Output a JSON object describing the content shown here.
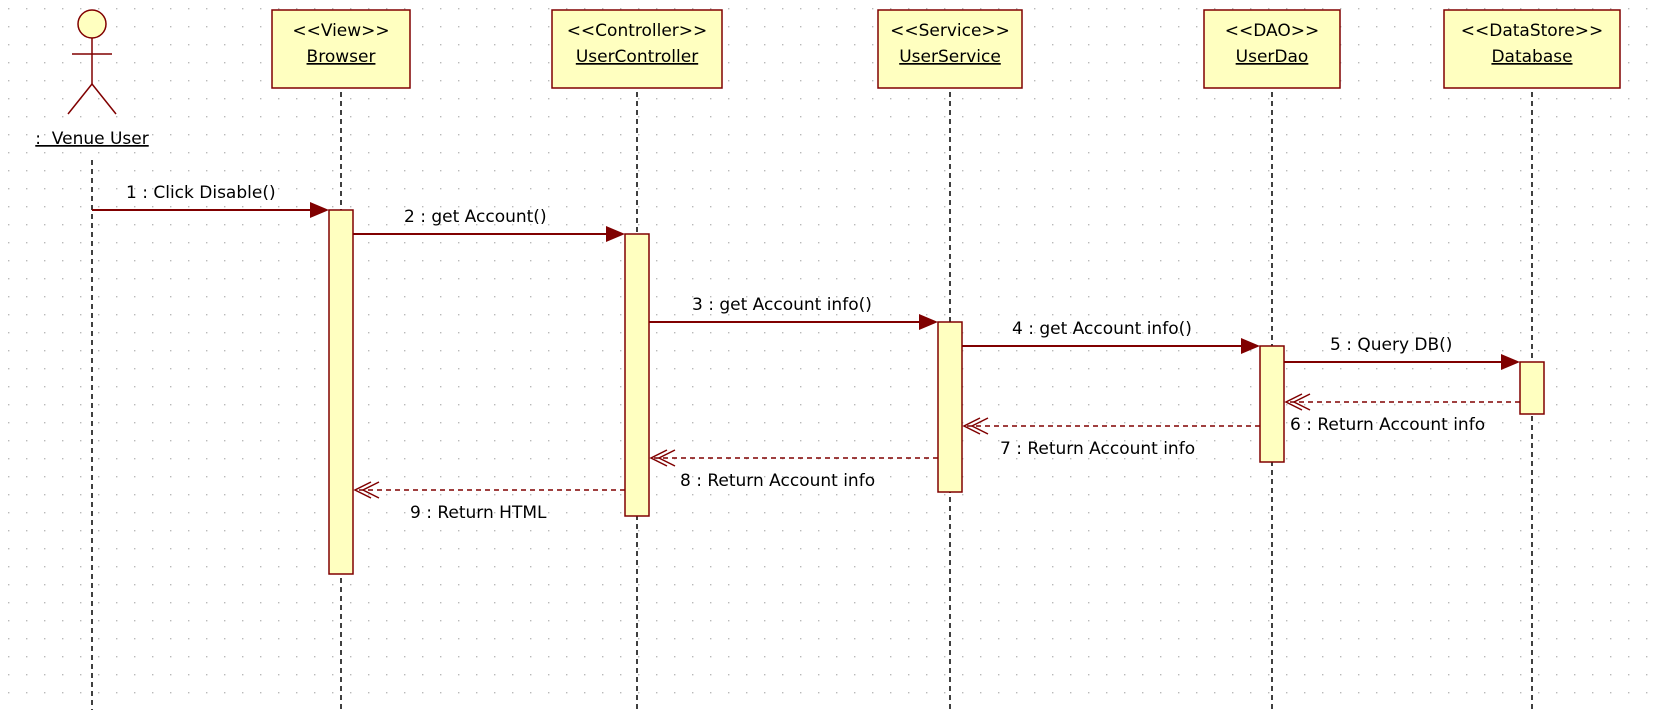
{
  "diagram": {
    "colors": {
      "background": "#ffffff",
      "grid_dot": "#b9b9b9",
      "box_fill": "#ffffc0",
      "box_border": "#800000",
      "activation_fill": "#ffffc0",
      "activation_border": "#800000",
      "message": "#800000",
      "lifeline": "#000000",
      "text": "#000000"
    },
    "actor": {
      "icon": "stick-figure-icon",
      "label": ":  Venue User"
    },
    "objects": [
      {
        "id": "browser",
        "stereotype": "<<View>>",
        "name": "Browser"
      },
      {
        "id": "user-controller",
        "stereotype": "<<Controller>>",
        "name": "UserController"
      },
      {
        "id": "user-service",
        "stereotype": "<<Service>>",
        "name": "UserService"
      },
      {
        "id": "user-dao",
        "stereotype": "<<DAO>>",
        "name": "UserDao"
      },
      {
        "id": "database",
        "stereotype": "<<DataStore>>",
        "name": "Database"
      }
    ],
    "messages": [
      {
        "label": "1 : Click Disable()",
        "kind": "call"
      },
      {
        "label": "2 : get Account()",
        "kind": "call"
      },
      {
        "label": "3 : get Account info()",
        "kind": "call"
      },
      {
        "label": "4 : get Account info()",
        "kind": "call"
      },
      {
        "label": "5 : Query DB()",
        "kind": "call"
      },
      {
        "label": "6 : Return Account info",
        "kind": "return"
      },
      {
        "label": "7 : Return Account info",
        "kind": "return"
      },
      {
        "label": "8 : Return Account info",
        "kind": "return"
      },
      {
        "label": "9 : Return HTML",
        "kind": "return"
      }
    ]
  }
}
